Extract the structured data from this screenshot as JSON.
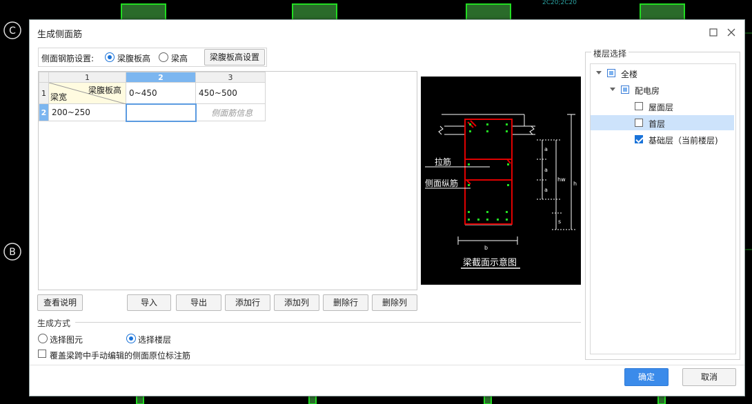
{
  "background": {
    "axis_c": "C",
    "axis_b": "B",
    "cad_text": "2C20;2C20"
  },
  "dialog": {
    "title": "生成侧面筋",
    "maximize_icon": "maximize-icon",
    "close_icon": "close-icon"
  },
  "settings": {
    "label": "侧面钢筋设置:",
    "option1": "梁腹板高",
    "option2": "梁高",
    "selected": "梁腹板高",
    "button": "梁腹板高设置"
  },
  "grid": {
    "col_headers": [
      "1",
      "2",
      "3"
    ],
    "row_headers": [
      "1",
      "2"
    ],
    "corner_top": "梁腹板高",
    "corner_bottom": "梁宽",
    "row1": [
      "0~450",
      "450~500"
    ],
    "row2": [
      "200~250",
      "",
      ""
    ],
    "placeholder": "侧面筋信息"
  },
  "buttons": {
    "help": "查看说明",
    "import": "导入",
    "export": "导出",
    "add_row": "添加行",
    "add_col": "添加列",
    "del_row": "删除行",
    "del_col": "删除列"
  },
  "diagram": {
    "caption": "梁截面示意图",
    "tie_label": "拉筋",
    "side_label": "侧面纵筋",
    "a": "a",
    "hw": "hw",
    "h": "h",
    "s": "s",
    "b": "b"
  },
  "generate": {
    "section": "生成方式",
    "opt_element": "选择图元",
    "opt_floor": "选择楼层",
    "selected": "选择楼层",
    "overwrite": "覆盖梁跨中手动编辑的侧面原位标注筋",
    "overwrite_checked": false
  },
  "floors": {
    "section": "楼层选择",
    "items": [
      {
        "label": "全楼",
        "level": 0,
        "state": "partial",
        "expanded": true
      },
      {
        "label": "配电房",
        "level": 1,
        "state": "partial",
        "expanded": true
      },
      {
        "label": "屋面层",
        "level": 2,
        "state": "off"
      },
      {
        "label": "首层",
        "level": 2,
        "state": "off",
        "highlight": true
      },
      {
        "label": "基础层（当前楼层)",
        "level": 2,
        "state": "on"
      }
    ]
  },
  "footer": {
    "ok": "确定",
    "cancel": "取消"
  },
  "colors": {
    "accent": "#3b8bea",
    "header_selected": "#7cb6f0",
    "highlight_row": "#cde3fb",
    "cad_green": "#22cc22",
    "rebar_red": "#e00000"
  }
}
